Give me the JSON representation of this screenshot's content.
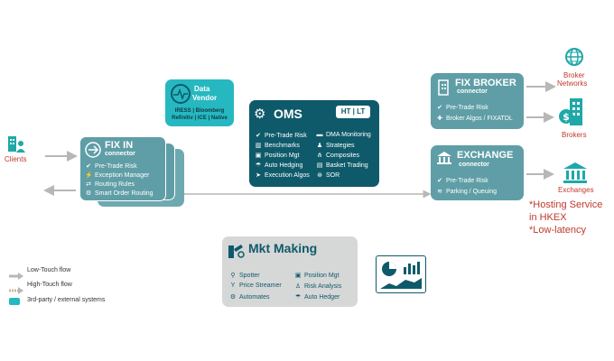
{
  "clients": {
    "label": "Clients"
  },
  "data_vendor": {
    "title_line1": "Data",
    "title_line2": "Vendor",
    "line1": "IRESS | Bloomberg",
    "line2": "Refinitiv | ICE | Native"
  },
  "fix_in": {
    "title": "FIX IN",
    "sub": "connector",
    "items": [
      "Pre-Trade Risk",
      "Exception Manager",
      "Routing Rules",
      "Smart Order Routing"
    ]
  },
  "oms": {
    "title": "OMS",
    "badge": "HT | LT",
    "left_items": [
      "Pre-Trade Risk",
      "Benchmarks",
      "Position Mgt",
      "Auto Hedging",
      "Execution Algos"
    ],
    "right_items": [
      "DMA Monitoring",
      "Strategies",
      "Composites",
      "Basket Trading",
      "SOR"
    ]
  },
  "fix_broker": {
    "title": "FIX BROKER",
    "sub": "connector",
    "items": [
      "Pre-Trade Risk",
      "Broker Algos / FIXATDL"
    ]
  },
  "exchange": {
    "title": "EXCHANGE",
    "sub": "connector",
    "items": [
      "Pre-Trade Risk",
      "Parking / Queuing"
    ]
  },
  "broker_networks": {
    "line1": "Broker",
    "line2": "Networks"
  },
  "brokers": {
    "label": "Brokers"
  },
  "exchanges": {
    "label": "Exchanges"
  },
  "notes": [
    "*Hosting Service",
    "in HKEX",
    "*Low-latency"
  ],
  "mkt_making": {
    "title": "Mkt Making",
    "left_items": [
      "Spotter",
      "Price Streamer",
      "Automates"
    ],
    "right_items": [
      "Position Mgt",
      "Risk Analysis",
      "Auto Hedger"
    ]
  },
  "legend": {
    "low_touch": "Low-Touch flow",
    "high_touch": "High-Touch flow",
    "third_party": "3rd-party / external systems"
  },
  "colors": {
    "teal_box": "#5f9ea6",
    "dark_box": "#0f5a6a",
    "vendor": "#26b8c0",
    "grey_box": "#d6d7d7",
    "red": "#c0392b",
    "icon_teal": "#1fa8a8"
  }
}
